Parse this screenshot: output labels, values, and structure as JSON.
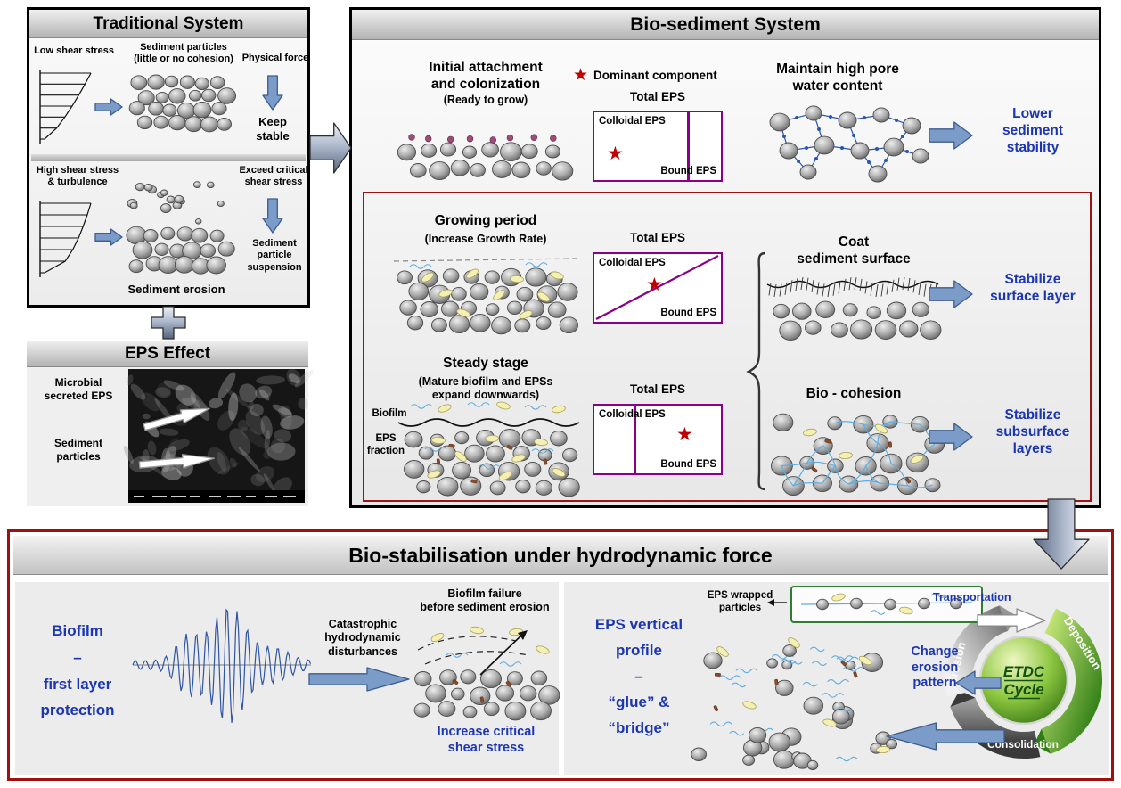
{
  "colors": {
    "accent_blue": "#1b35b3",
    "red_border": "#9b1313",
    "purple_box": "#8b008b",
    "star_red": "#c00000",
    "arrow_blue": "#7b9cc9",
    "cycle_green": "#3d7d17"
  },
  "traditional": {
    "title": "Traditional System",
    "low_shear": "Low shear stress",
    "sediment_particles": [
      "Sediment particles",
      "(little or no cohesion)"
    ],
    "physical_force": "Physical force",
    "keep_stable": [
      "Keep",
      "stable"
    ],
    "high_shear": [
      "High shear stress",
      "& turbulence"
    ],
    "exceed": [
      "Exceed critical",
      "shear stress"
    ],
    "suspension": [
      "Sediment",
      "particle",
      "suspension"
    ],
    "erosion": "Sediment erosion"
  },
  "eps_effect": {
    "title": "EPS Effect",
    "microbial": [
      "Microbial",
      "secreted EPS"
    ],
    "sediment": [
      "Sediment",
      "particles"
    ]
  },
  "bio": {
    "title": "Bio-sediment System",
    "star": "★",
    "legend": "Dominant component",
    "row1": {
      "heading": [
        "Initial attachment",
        "and colonization"
      ],
      "sub": "(Ready to grow)",
      "total": "Total EPS",
      "colloidal": "Colloidal EPS",
      "bound": "Bound EPS",
      "pore": [
        "Maintain high pore",
        "water content"
      ],
      "outcome": [
        "Lower",
        "sediment",
        "stability"
      ]
    },
    "row2": {
      "heading": "Growing period",
      "sub": "(Increase Growth Rate)",
      "total": "Total EPS",
      "colloidal": "Colloidal EPS",
      "bound": "Bound EPS",
      "coat": [
        "Coat",
        "sediment surface"
      ],
      "outcome": [
        "Stabilize",
        "surface layer"
      ]
    },
    "row3": {
      "heading": "Steady stage",
      "sub": [
        "(Mature biofilm and EPSs",
        "expand downwards)"
      ],
      "biofilm": "Biofilm",
      "eps_fraction": [
        "EPS",
        "fraction"
      ],
      "total": "Total EPS",
      "colloidal": "Colloidal EPS",
      "bound": "Bound EPS",
      "cohesion": "Bio - cohesion",
      "outcome": [
        "Stabilize",
        "subsurface",
        "layers"
      ]
    }
  },
  "bottom": {
    "title": "Bio-stabilisation under hydrodynamic force",
    "left": {
      "heading": [
        "Biofilm",
        "–",
        "first layer",
        "protection"
      ],
      "disturbance": [
        "Catastrophic",
        "hydrodynamic",
        "disturbances"
      ],
      "failure": [
        "Biofilm failure",
        "before sediment erosion"
      ],
      "outcome": [
        "Increase critical",
        "shear stress"
      ]
    },
    "right": {
      "heading": [
        "EPS vertical profile",
        "–",
        "“glue” &",
        "“bridge”"
      ],
      "wrapped": [
        "EPS wrapped",
        "particles"
      ],
      "transportation": "Transportation",
      "change": [
        "Change",
        "erosion",
        "pattern"
      ],
      "erosion": "Erosion",
      "deposition": "Deposition",
      "consolidation": "Consolidation",
      "etdc": [
        "ETDC",
        "Cycle"
      ]
    }
  }
}
